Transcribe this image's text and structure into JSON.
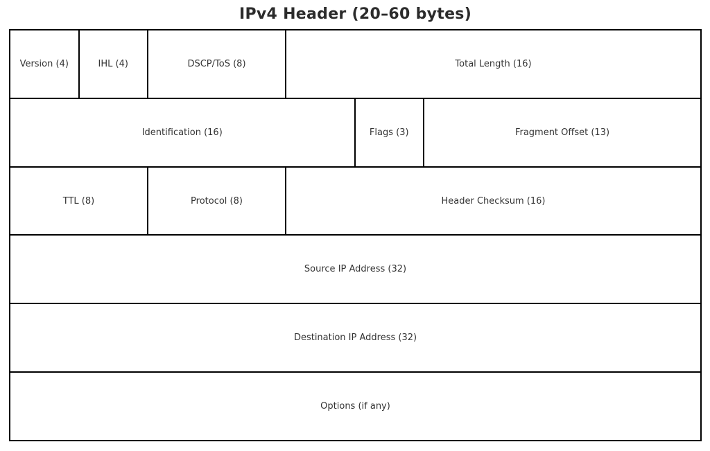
{
  "title": "IPv4 Header (20–60 bytes)",
  "colors": {
    "background": "#ffffff",
    "border": "#000000",
    "title_text": "#2b2b2b",
    "label_text": "#333333"
  },
  "diagram": {
    "rows": [
      {
        "cells": [
          {
            "label": "Version (4)"
          },
          {
            "label": "IHL (4)"
          },
          {
            "label": "DSCP/ToS (8)"
          },
          {
            "label": "Total Length (16)"
          }
        ]
      },
      {
        "cells": [
          {
            "label": "Identification (16)"
          },
          {
            "label": "Flags (3)"
          },
          {
            "label": "Fragment Offset (13)"
          }
        ]
      },
      {
        "cells": [
          {
            "label": "TTL (8)"
          },
          {
            "label": "Protocol (8)"
          },
          {
            "label": "Header Checksum (16)"
          }
        ]
      },
      {
        "cells": [
          {
            "label": "Source IP Address (32)"
          }
        ]
      },
      {
        "cells": [
          {
            "label": "Destination IP Address (32)"
          }
        ]
      },
      {
        "cells": [
          {
            "label": "Options (if any)"
          }
        ]
      }
    ]
  }
}
